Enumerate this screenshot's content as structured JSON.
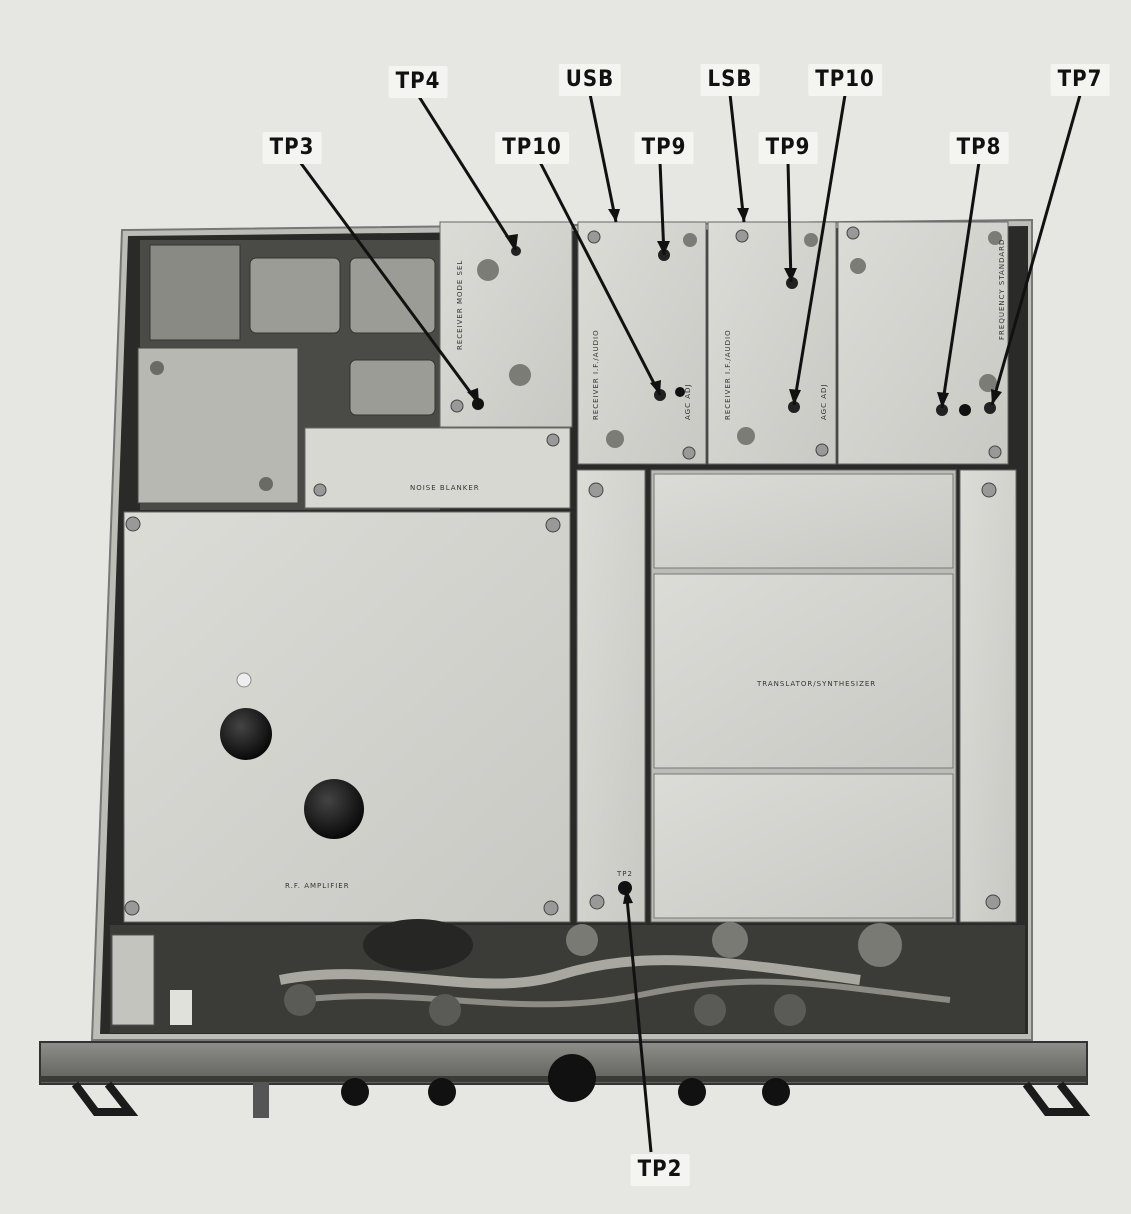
{
  "callouts": {
    "tp4": "TP4",
    "usb": "USB",
    "lsb": "LSB",
    "tp10_top": "TP10",
    "tp7": "TP7",
    "tp3": "TP3",
    "tp10_left": "TP10",
    "tp9_usb": "TP9",
    "tp9_lsb": "TP9",
    "tp8": "TP8",
    "tp2": "TP2"
  },
  "module_labels": {
    "receiver_mode_sel": "RECEIVER MODE SEL",
    "receiver_if_audio_usb": "RECEIVER I.F./AUDIO",
    "receiver_if_audio_lsb": "RECEIVER I.F./AUDIO",
    "frequency_standard": "FREQUENCY STANDARD",
    "noise_blanker": "NOISE BLANKER",
    "translator_synthesizer": "TRANSLATOR/SYNTHESIZER",
    "rf_amplifier": "R.F. AMPLIFIER",
    "agc_adj": "AGC ADJ",
    "tp2_small": "TP2"
  },
  "colors": {
    "background": "#e6e6e2",
    "chassis": "#cfcfca",
    "dark": "#1b1b1b"
  }
}
